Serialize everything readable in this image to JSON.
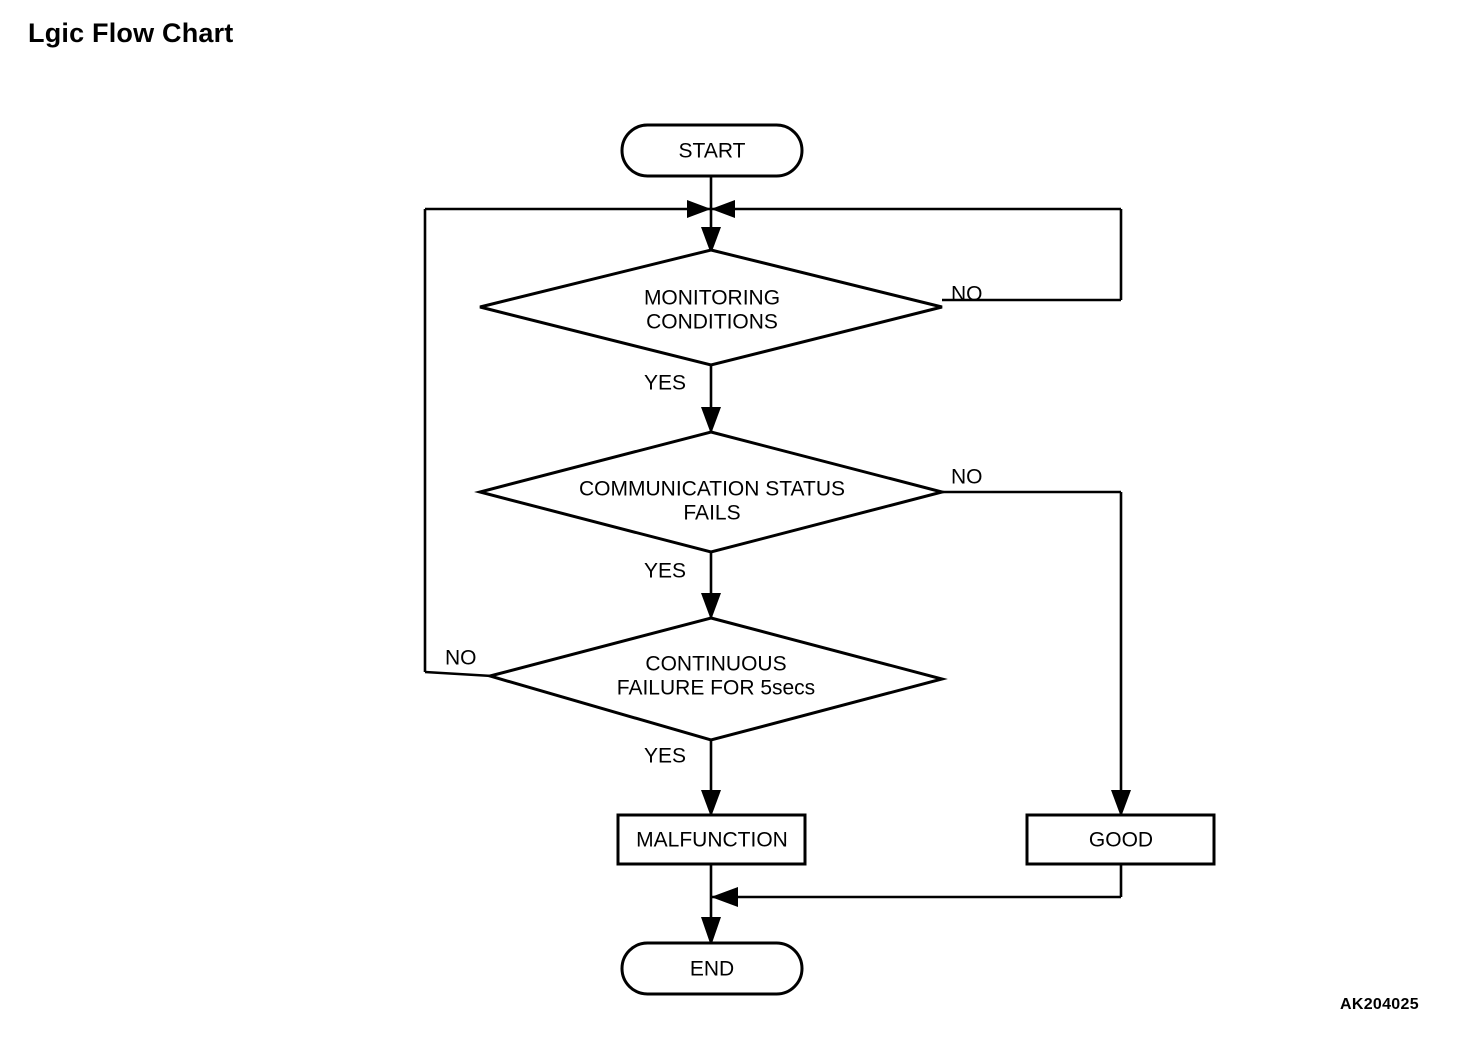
{
  "document": {
    "title": "Lgic Flow Chart",
    "figure_code": "AK204025",
    "background_color": "#ffffff",
    "line_color": "#000000"
  },
  "chart_data": {
    "type": "diagram",
    "diagram_type": "flowchart",
    "title": "Lgic Flow Chart",
    "orientation": "top-to-bottom",
    "nodes": [
      {
        "id": "start",
        "shape": "stadium",
        "label": "START"
      },
      {
        "id": "monitoring",
        "shape": "diamond",
        "label": "MONITORING CONDITIONS",
        "line1": "MONITORING",
        "line2": "CONDITIONS"
      },
      {
        "id": "commstatus",
        "shape": "diamond",
        "label": "COMMUNICATION STATUS FAILS",
        "line1": "COMMUNICATION STATUS",
        "line2": "FAILS"
      },
      {
        "id": "continuous",
        "shape": "diamond",
        "label": "CONTINUOUS FAILURE FOR 5secs",
        "line1": "CONTINUOUS",
        "line2": "FAILURE FOR 5secs"
      },
      {
        "id": "malfunction",
        "shape": "rectangle",
        "label": "MALFUNCTION"
      },
      {
        "id": "good",
        "shape": "rectangle",
        "label": "GOOD"
      },
      {
        "id": "end",
        "shape": "stadium",
        "label": "END"
      }
    ],
    "edges": [
      {
        "from": "start",
        "to": "monitoring",
        "label": ""
      },
      {
        "from": "monitoring",
        "to": "commstatus",
        "label": "YES",
        "side": "bottom"
      },
      {
        "from": "monitoring",
        "to": "start-join",
        "label": "NO",
        "side": "right"
      },
      {
        "from": "commstatus",
        "to": "continuous",
        "label": "YES",
        "side": "bottom"
      },
      {
        "from": "commstatus",
        "to": "good",
        "label": "NO",
        "side": "right"
      },
      {
        "from": "continuous",
        "to": "malfunction",
        "label": "YES",
        "side": "bottom"
      },
      {
        "from": "continuous",
        "to": "start-join",
        "label": "NO",
        "side": "left"
      },
      {
        "from": "malfunction",
        "to": "end",
        "label": ""
      },
      {
        "from": "good",
        "to": "end",
        "label": ""
      }
    ],
    "edge_labels": {
      "yes": "YES",
      "no": "NO"
    }
  },
  "nodes": {
    "start": {
      "label": "START"
    },
    "monitoring": {
      "line1": "MONITORING",
      "line2": "CONDITIONS",
      "yes": "YES",
      "no": "NO"
    },
    "commstatus": {
      "line1": "COMMUNICATION STATUS",
      "line2": "FAILS",
      "yes": "YES",
      "no": "NO"
    },
    "continuous": {
      "line1": "CONTINUOUS",
      "line2": "FAILURE FOR 5secs",
      "yes": "YES",
      "no": "NO"
    },
    "malfunction": {
      "label": "MALFUNCTION"
    },
    "good": {
      "label": "GOOD"
    },
    "end": {
      "label": "END"
    }
  }
}
